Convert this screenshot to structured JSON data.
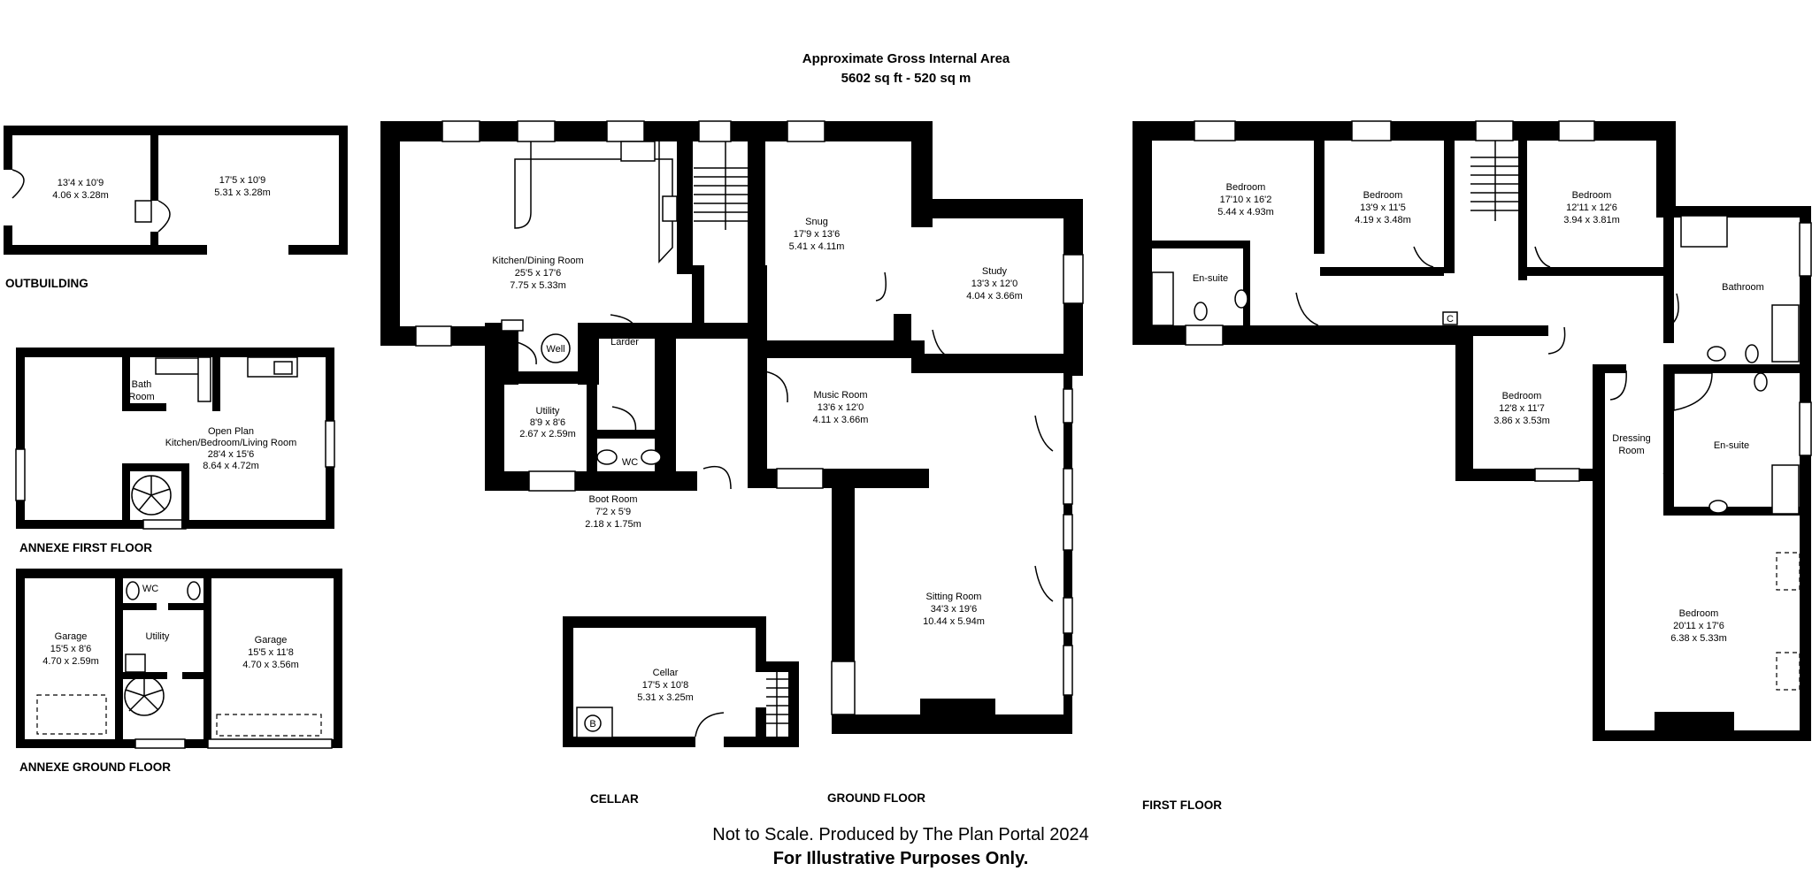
{
  "header": {
    "line1": "Approximate Gross Internal Area",
    "line2": "5602 sq ft - 520 sq m"
  },
  "footer": {
    "line1": "Not to Scale. Produced by The Plan Portal 2024",
    "line2": "For Illustrative Purposes Only."
  },
  "sections": {
    "outbuilding": "OUTBUILDING",
    "annexe_first": "ANNEXE FIRST FLOOR",
    "annexe_ground": "ANNEXE GROUND FLOOR",
    "cellar": "CELLAR",
    "ground": "GROUND FLOOR",
    "first": "FIRST FLOOR"
  },
  "rooms": {
    "out_left": [
      "13'4 x 10'9",
      "4.06 x 3.28m"
    ],
    "out_right": [
      "17'5 x 10'9",
      "5.31 x 3.28m"
    ],
    "af_bath": [
      "Bath",
      "Room"
    ],
    "af_open": [
      "Open Plan",
      "Kitchen/Bedroom/Living Room",
      "28'4 x 15'6",
      "8.64 x 4.72m"
    ],
    "ag_garage_l": [
      "Garage",
      "15'5 x 8'6",
      "4.70 x 2.59m"
    ],
    "ag_wc": [
      "WC"
    ],
    "ag_utility": [
      "Utility"
    ],
    "ag_garage_r": [
      "Garage",
      "15'5 x 11'8",
      "4.70 x 3.56m"
    ],
    "kitchen": [
      "Kitchen/Dining Room",
      "25'5 x 17'6",
      "7.75 x 5.33m"
    ],
    "snug": [
      "Snug",
      "17'9 x 13'6",
      "5.41 x 4.11m"
    ],
    "study": [
      "Study",
      "13'3 x 12'0",
      "4.04 x 3.66m"
    ],
    "well": [
      "Well"
    ],
    "larder": [
      "Larder"
    ],
    "utility": [
      "Utility",
      "8'9 x 8'6",
      "2.67 x 2.59m"
    ],
    "wc": [
      "WC"
    ],
    "boot": [
      "Boot Room",
      "7'2 x 5'9",
      "2.18 x 1.75m"
    ],
    "music": [
      "Music Room",
      "13'6 x 12'0",
      "4.11 x 3.66m"
    ],
    "sitting": [
      "Sitting Room",
      "34'3 x 19'6",
      "10.44 x 5.94m"
    ],
    "cellar": [
      "Cellar",
      "17'5 x 10'8",
      "5.31 x 3.25m"
    ],
    "cellar_b": [
      "B"
    ],
    "bed1": [
      "Bedroom",
      "17'10 x 16'2",
      "5.44 x 4.93m"
    ],
    "ensuite1": [
      "En-suite"
    ],
    "bed2": [
      "Bedroom",
      "13'9 x 11'5",
      "4.19 x 3.48m"
    ],
    "bed3": [
      "Bedroom",
      "12'11 x 12'6",
      "3.94 x 3.81m"
    ],
    "bathroom": [
      "Bathroom"
    ],
    "cupboard": [
      "C"
    ],
    "bed4": [
      "Bedroom",
      "12'8 x 11'7",
      "3.86 x 3.53m"
    ],
    "dressing": [
      "Dressing",
      "Room"
    ],
    "ensuite2": [
      "En-suite"
    ],
    "bed5": [
      "Bedroom",
      "20'11 x 17'6",
      "6.38 x 5.33m"
    ]
  }
}
